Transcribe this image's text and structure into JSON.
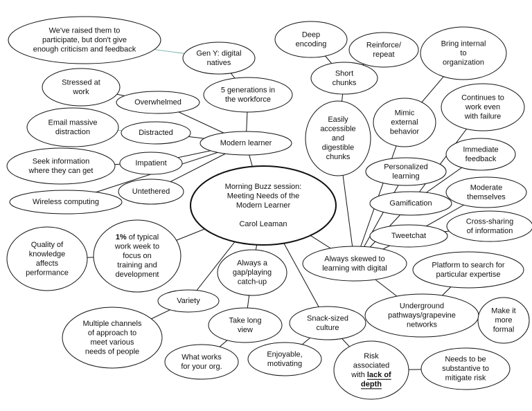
{
  "diagram": {
    "nodes": [
      {
        "id": "center",
        "lines": [
          "Morning Buzz session:",
          "Meeting Needs of the",
          "Modern Learner",
          "",
          "Carol Leaman"
        ]
      },
      {
        "id": "raised",
        "lines": [
          "We've raised them to",
          "participate, but don't give",
          "enough criticism and feedback"
        ]
      },
      {
        "id": "geny",
        "lines": [
          "Gen Y: digital",
          "natives"
        ]
      },
      {
        "id": "fivegen",
        "lines": [
          "5 generations in",
          "the workforce"
        ]
      },
      {
        "id": "stressed",
        "lines": [
          "Stressed at",
          "work"
        ]
      },
      {
        "id": "overwhelmed",
        "lines": [
          "Overwhelmed"
        ]
      },
      {
        "id": "emailmassive",
        "lines": [
          "Email massive",
          "distraction"
        ]
      },
      {
        "id": "distracted",
        "lines": [
          "Distracted"
        ]
      },
      {
        "id": "modern",
        "lines": [
          "Modern learner"
        ]
      },
      {
        "id": "seekinfo",
        "lines": [
          "Seek information",
          "where they can get"
        ]
      },
      {
        "id": "impatient",
        "lines": [
          "Impatient"
        ]
      },
      {
        "id": "untethered",
        "lines": [
          "Untethered"
        ]
      },
      {
        "id": "wireless",
        "lines": [
          "Wireless computing"
        ]
      },
      {
        "id": "quality",
        "lines": [
          "Quality of",
          "knowledge",
          "affects",
          "performance"
        ]
      },
      {
        "id": "onepct",
        "lines": [
          "1% of typical",
          "work week to",
          "focus on",
          "training and",
          "development"
        ],
        "bold_prefix": "1%"
      },
      {
        "id": "variety",
        "lines": [
          "Variety"
        ]
      },
      {
        "id": "multiple",
        "lines": [
          "Multiple channels",
          "of approach to",
          "meet various",
          "needs of people"
        ]
      },
      {
        "id": "gap",
        "lines": [
          "Always a",
          "gap/playing",
          "catch-up"
        ]
      },
      {
        "id": "takelong",
        "lines": [
          "Take long",
          "view"
        ]
      },
      {
        "id": "whatworks",
        "lines": [
          "What works",
          "for your org."
        ]
      },
      {
        "id": "snack",
        "lines": [
          "Snack-sized",
          "culture"
        ]
      },
      {
        "id": "enjoyable",
        "lines": [
          "Enjoyable,",
          "motivating"
        ]
      },
      {
        "id": "risk",
        "lines": [
          "Risk",
          "associated",
          "with lack of",
          "depth"
        ],
        "emphasis": "lack of depth"
      },
      {
        "id": "needs",
        "lines": [
          "Needs to be",
          "substantive to",
          "mitigate risk"
        ]
      },
      {
        "id": "deep",
        "lines": [
          "Deep",
          "encoding"
        ]
      },
      {
        "id": "reinforce",
        "lines": [
          "Reinforce/",
          "repeat"
        ]
      },
      {
        "id": "short",
        "lines": [
          "Short",
          "chunks"
        ]
      },
      {
        "id": "easily",
        "lines": [
          "Easily",
          "accessible",
          "and",
          "digestible",
          "chunks"
        ]
      },
      {
        "id": "bring",
        "lines": [
          "Bring internal",
          "to",
          "organization"
        ]
      },
      {
        "id": "mimic",
        "lines": [
          "Mimic",
          "external",
          "behavior"
        ]
      },
      {
        "id": "continues",
        "lines": [
          "Continues to",
          "work even",
          "with failure"
        ]
      },
      {
        "id": "immediate",
        "lines": [
          "Immediate",
          "feedback"
        ]
      },
      {
        "id": "personalized",
        "lines": [
          "Personalized",
          "learning"
        ]
      },
      {
        "id": "moderate",
        "lines": [
          "Moderate",
          "themselves"
        ]
      },
      {
        "id": "gamification",
        "lines": [
          "Gamification"
        ]
      },
      {
        "id": "crossshare",
        "lines": [
          "Cross-sharing",
          "of information"
        ]
      },
      {
        "id": "tweetchat",
        "lines": [
          "Tweetchat"
        ]
      },
      {
        "id": "skewed",
        "lines": [
          "Always skewed to",
          "learning with digital"
        ]
      },
      {
        "id": "platform",
        "lines": [
          "Platform to search for",
          "particular expertise"
        ]
      },
      {
        "id": "underground",
        "lines": [
          "Underground",
          "pathways/grapevine",
          "networks"
        ]
      },
      {
        "id": "makeit",
        "lines": [
          "Make it",
          "more",
          "formal"
        ]
      }
    ],
    "edges": [
      [
        "center",
        "modern"
      ],
      [
        "center",
        "onepct"
      ],
      [
        "center",
        "variety"
      ],
      [
        "center",
        "gap"
      ],
      [
        "center",
        "snack"
      ],
      [
        "center",
        "skewed"
      ],
      [
        "modern",
        "fivegen"
      ],
      [
        "modern",
        "overwhelmed"
      ],
      [
        "modern",
        "distracted"
      ],
      [
        "modern",
        "impatient"
      ],
      [
        "modern",
        "untethered"
      ],
      [
        "modern",
        "wireless"
      ],
      [
        "fivegen",
        "geny"
      ],
      [
        "geny",
        "raised"
      ],
      [
        "overwhelmed",
        "stressed"
      ],
      [
        "distracted",
        "emailmassive"
      ],
      [
        "impatient",
        "seekinfo"
      ],
      [
        "onepct",
        "quality"
      ],
      [
        "variety",
        "multiple"
      ],
      [
        "gap",
        "takelong"
      ],
      [
        "takelong",
        "whatworks"
      ],
      [
        "snack",
        "enjoyable"
      ],
      [
        "snack",
        "risk"
      ],
      [
        "risk",
        "needs"
      ],
      [
        "skewed",
        "easily"
      ],
      [
        "easily",
        "short"
      ],
      [
        "short",
        "deep"
      ],
      [
        "short",
        "reinforce"
      ],
      [
        "skewed",
        "mimic"
      ],
      [
        "mimic",
        "bring"
      ],
      [
        "skewed",
        "personalized"
      ],
      [
        "skewed",
        "gamification"
      ],
      [
        "gamification",
        "continues"
      ],
      [
        "gamification",
        "immediate"
      ],
      [
        "skewed",
        "tweetchat"
      ],
      [
        "tweetchat",
        "moderate"
      ],
      [
        "tweetchat",
        "crossshare"
      ],
      [
        "skewed",
        "underground"
      ],
      [
        "underground",
        "platform"
      ],
      [
        "underground",
        "makeit"
      ]
    ],
    "muted_edges": [
      [
        "geny",
        "raised"
      ],
      [
        "distracted",
        "emailmassive"
      ]
    ]
  }
}
